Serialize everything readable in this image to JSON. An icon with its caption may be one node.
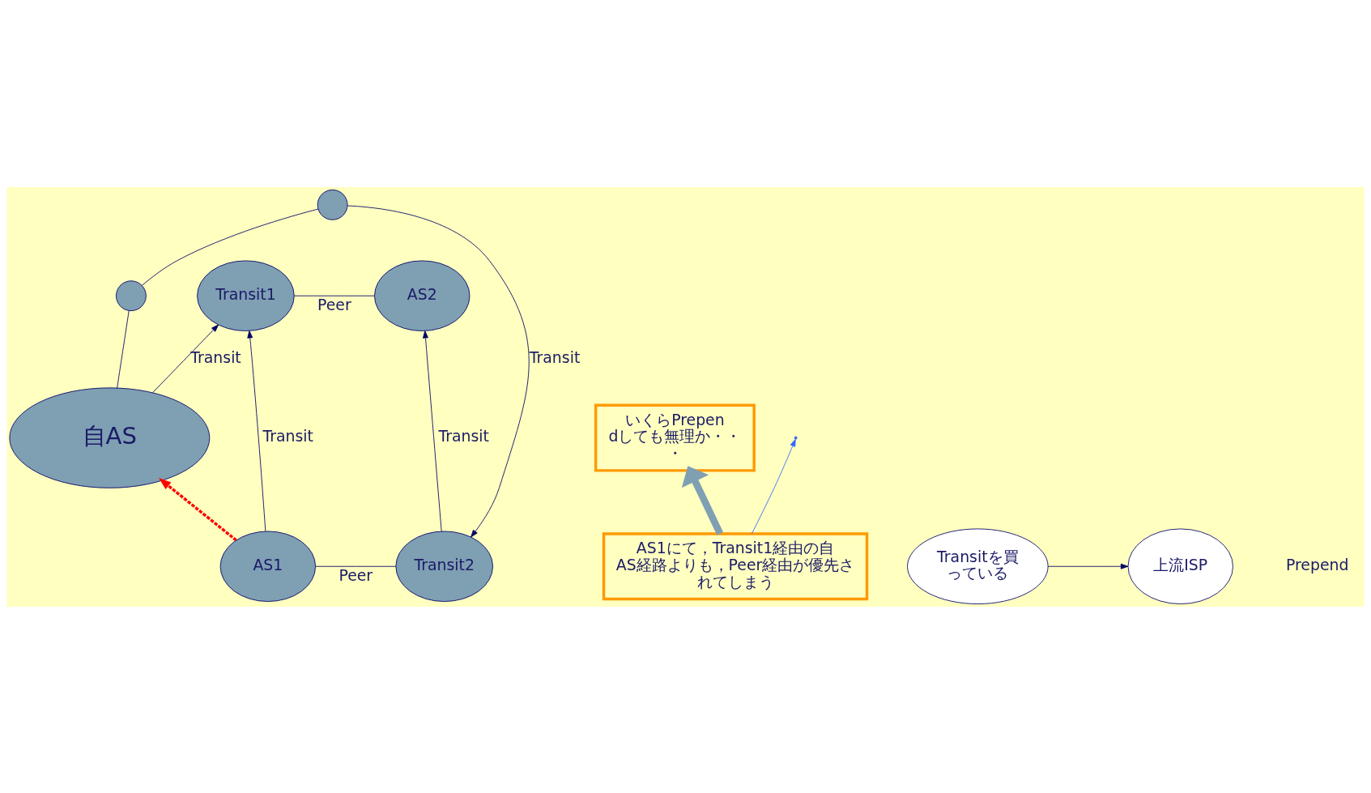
{
  "diagram": {
    "nodes": [
      {
        "text": [
          "Transit1"
        ]
      },
      {
        "text": [
          "AS2"
        ]
      },
      {
        "text": [
          "AS1"
        ]
      },
      {
        "text": [
          "Transit2"
        ]
      },
      {
        "text": [
          "自AS"
        ]
      },
      {
        "text": [],
        "shape": "circle"
      },
      {
        "text": [],
        "shape": "circle"
      },
      {
        "text": [
          "AS1にて，Transit1経由の自AS経路よりも，Peer経由が優先されてしまう"
        ]
      },
      {
        "text": [
          "いくらPrependしても無理か・・・"
        ]
      },
      {
        "text": [
          "Transitを買っている"
        ]
      },
      {
        "text": [
          "上流ISP"
        ]
      }
    ],
    "edges": [
      {
        "from": 0,
        "to": 1,
        "arrow": "none",
        "label": "Peer"
      },
      {
        "from": 2,
        "to": 0,
        "arrow": "to",
        "label": "Transit"
      },
      {
        "from": 3,
        "to": 1,
        "arrow": "to",
        "label": "Transit"
      },
      {
        "from": 4,
        "to": 0,
        "arrow": "to",
        "label": "Transit"
      },
      {
        "from": 2,
        "to": 3,
        "arrow": "none",
        "label": "Peer"
      },
      {
        "from": 4,
        "to": 6,
        "arrow": "none"
      },
      {
        "from": 6,
        "to": 5,
        "arrow": "none"
      },
      {
        "from": 5,
        "to": 3,
        "arrow": "to",
        "label": "Transit"
      },
      {
        "from": 2,
        "to": 4,
        "arrow": "to",
        "style": "dashed",
        "color": "#ff0000"
      },
      {
        "from": 7,
        "to": null,
        "arrow": "to",
        "color": "#3366ff"
      },
      {
        "from": 7,
        "to": 8,
        "arrow": "to",
        "style": "thick",
        "color": "#7f9fb3"
      },
      {
        "from": 9,
        "to": 10,
        "arrow": "to"
      }
    ],
    "labels": [
      "Prepend"
    ]
  }
}
